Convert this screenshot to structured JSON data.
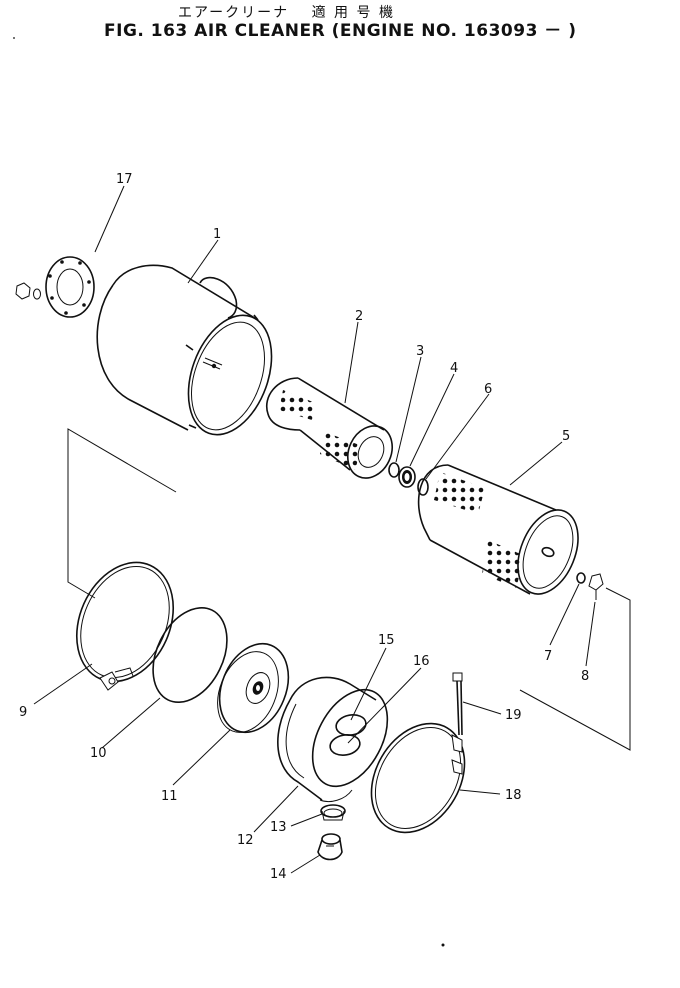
{
  "header": {
    "title_jp": "エアークリーナ　 適 用 号 機",
    "title": "FIG. 163  AIR CLEANER (ENGINE NO. 163093 －  )"
  },
  "callouts": [
    "1",
    "2",
    "3",
    "4",
    "5",
    "6",
    "7",
    "8",
    "9",
    "10",
    "11",
    "12",
    "13",
    "14",
    "15",
    "16",
    "17",
    "18",
    "19"
  ]
}
